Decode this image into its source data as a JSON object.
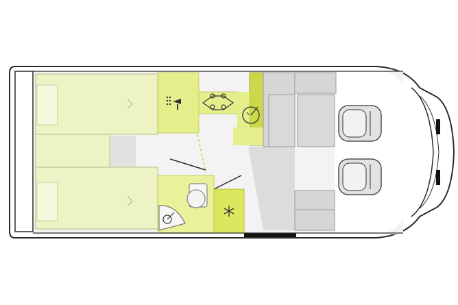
{
  "diagram": {
    "kind": "motorhome floor plan",
    "colors": {
      "outline": "#2b2b2b",
      "floor": "#f3f3f3",
      "bed": "#eef3c6",
      "bed_edge": "#c9cf9a",
      "kitchen": "#e4ee8a",
      "kitchen_dark": "#cad84a",
      "bathroom": "#e9f19a",
      "fridge": "#dbe85f",
      "seat": "#d6d6d6",
      "seat_edge": "#9a9a9a",
      "cab_seat": "#e2e2e2",
      "door": "#111111"
    },
    "zones": [
      {
        "name": "bed-rear-upper",
        "type": "single bed"
      },
      {
        "name": "bed-rear-lower",
        "type": "single bed"
      },
      {
        "name": "wardrobe",
        "type": "wardrobe"
      },
      {
        "name": "shower",
        "type": "shower"
      },
      {
        "name": "kitchen-hob",
        "type": "hob"
      },
      {
        "name": "kitchen-sink",
        "type": "sink"
      },
      {
        "name": "toilet",
        "type": "toilet"
      },
      {
        "name": "wash-basin",
        "type": "basin"
      },
      {
        "name": "fridge",
        "type": "refrigerator"
      },
      {
        "name": "dinette",
        "type": "seating"
      },
      {
        "name": "cab-seats",
        "type": "driver and passenger seats"
      },
      {
        "name": "entrance-door",
        "type": "door"
      }
    ]
  }
}
